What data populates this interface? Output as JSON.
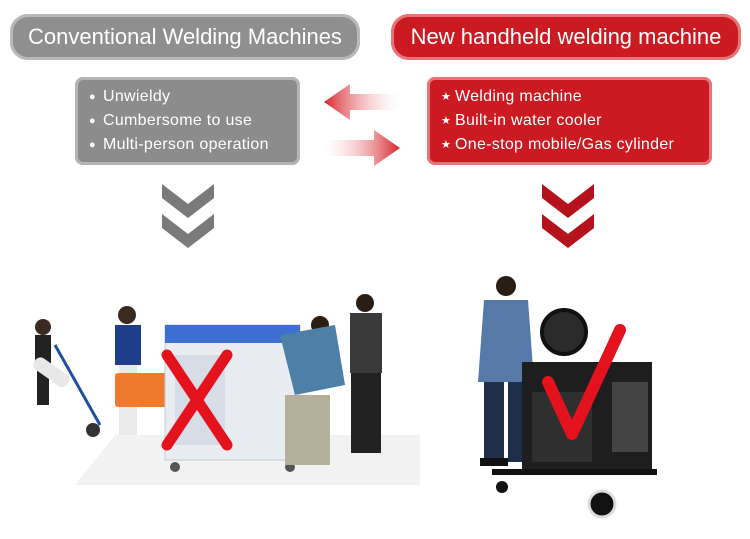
{
  "left": {
    "title": "Conventional Welding Machines",
    "items": [
      {
        "label": "Unwieldy"
      },
      {
        "label": "Cumbersome to use"
      },
      {
        "label": "Multi-person operation"
      }
    ]
  },
  "right": {
    "title": "New handheld welding machine",
    "items": [
      {
        "label": "Welding machine"
      },
      {
        "label": "Built-in water cooler"
      },
      {
        "label": "One-stop mobile/Gas cylinder"
      }
    ]
  },
  "colors": {
    "gray": "#8f8f8f",
    "red": "#cc1a22"
  }
}
